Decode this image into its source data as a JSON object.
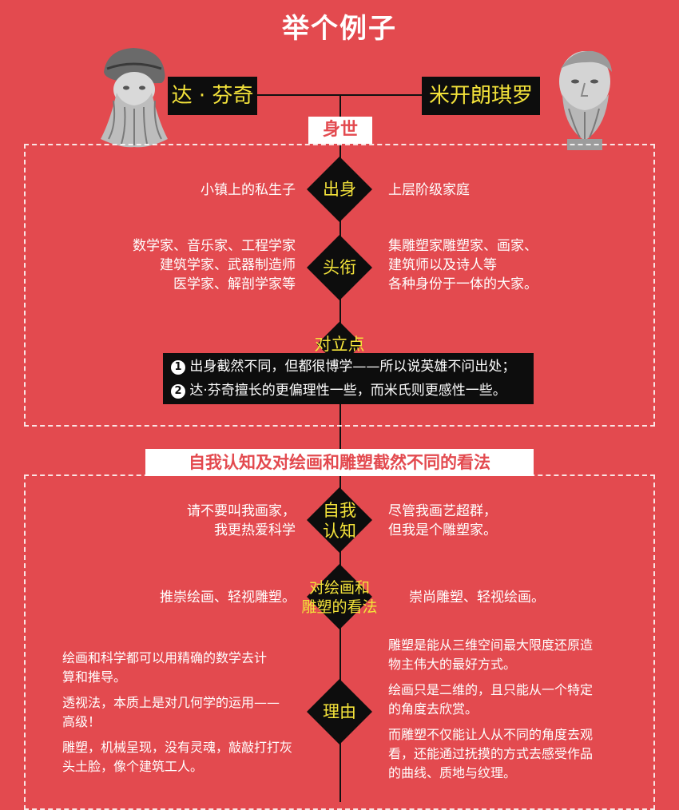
{
  "title": "举个例子",
  "left_person": {
    "name": "达 · 芬奇"
  },
  "right_person": {
    "name": "米开朗琪罗"
  },
  "section1": {
    "title": "身世",
    "row_origin": {
      "label": "出身",
      "left": "小镇上的私生子",
      "right": "上层阶级家庭"
    },
    "row_titles": {
      "label": "头衔",
      "left": [
        "数学家、音乐家、工程学家",
        "建筑学家、武器制造师",
        "医学家、解剖学家等"
      ],
      "right": [
        "集雕塑家雕塑家、画家、",
        "建筑师以及诗人等",
        "各种身份于一体的大家。"
      ]
    },
    "contrast": {
      "label": "对立点",
      "items": [
        {
          "num": "1",
          "text": "出身截然不同，但都很博学——所以说英雄不问出处；"
        },
        {
          "num": "2",
          "text": "达·芬奇擅长的更偏理性一些，而米氏则更感性一些。"
        }
      ]
    }
  },
  "section2": {
    "title": "自我认知及对绘画和雕塑截然不同的看法",
    "row_self": {
      "label": [
        "自我",
        "认知"
      ],
      "left": [
        "请不要叫我画家，",
        "我更热爱科学"
      ],
      "right": [
        "尽管我画艺超群，",
        "但我是个雕塑家。"
      ]
    },
    "row_view": {
      "label": [
        "对绘画和",
        "雕塑的看法"
      ],
      "left": "推崇绘画、轻视雕塑。",
      "right": "崇尚雕塑、轻视绘画。"
    },
    "row_reason": {
      "label": "理由",
      "left": [
        [
          "绘画和科学都可以用精确的数学去计",
          "算和推导。"
        ],
        [
          "透视法，本质上是对几何学的运用——",
          "高级！"
        ],
        [
          "雕塑，机械呈现，没有灵魂，敲敲打打灰",
          "头土脸，像个建筑工人。"
        ]
      ],
      "right": [
        [
          "雕塑是能从三维空间最大限度还原造",
          "物主伟大的最好方式。"
        ],
        [
          "绘画只是二维的，且只能从一个特定",
          "的角度去欣赏。"
        ],
        [
          "而雕塑不仅能让人从不同的角度去观",
          "看，还能通过抚摸的方式去感受作品",
          "的曲线、质地与纹理。"
        ]
      ]
    }
  },
  "colors": {
    "background": "#e34a4f",
    "panel": "#0d0d0d",
    "accent": "#f3e23a",
    "text": "#ffffff"
  }
}
